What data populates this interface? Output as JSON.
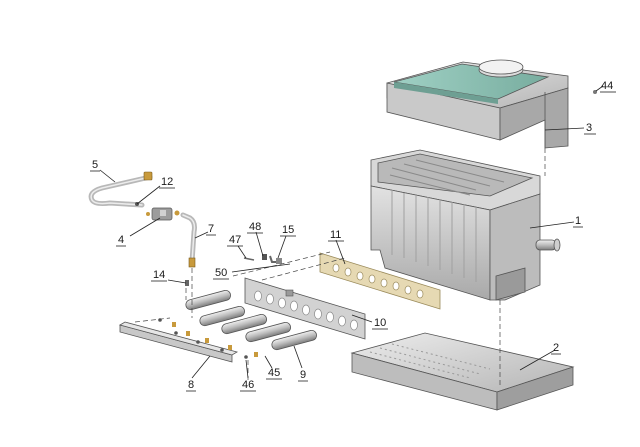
{
  "labels": {
    "p1": "1",
    "p2": "2",
    "p3": "3",
    "p4": "4",
    "p5": "5",
    "p7": "7",
    "p8": "8",
    "p9": "9",
    "p10": "10",
    "p11": "11",
    "p12": "12",
    "p14": "14",
    "p15": "15",
    "p44": "44",
    "p45": "45",
    "p46": "46",
    "p47": "47",
    "p48": "48",
    "p50": "50"
  },
  "colors": {
    "metal": "#cfcfcf",
    "metal_dark": "#9a9a9a",
    "glass": "#8fc3b8",
    "brass_plate": "#e6d9b3",
    "brass": "#c89a3c"
  }
}
